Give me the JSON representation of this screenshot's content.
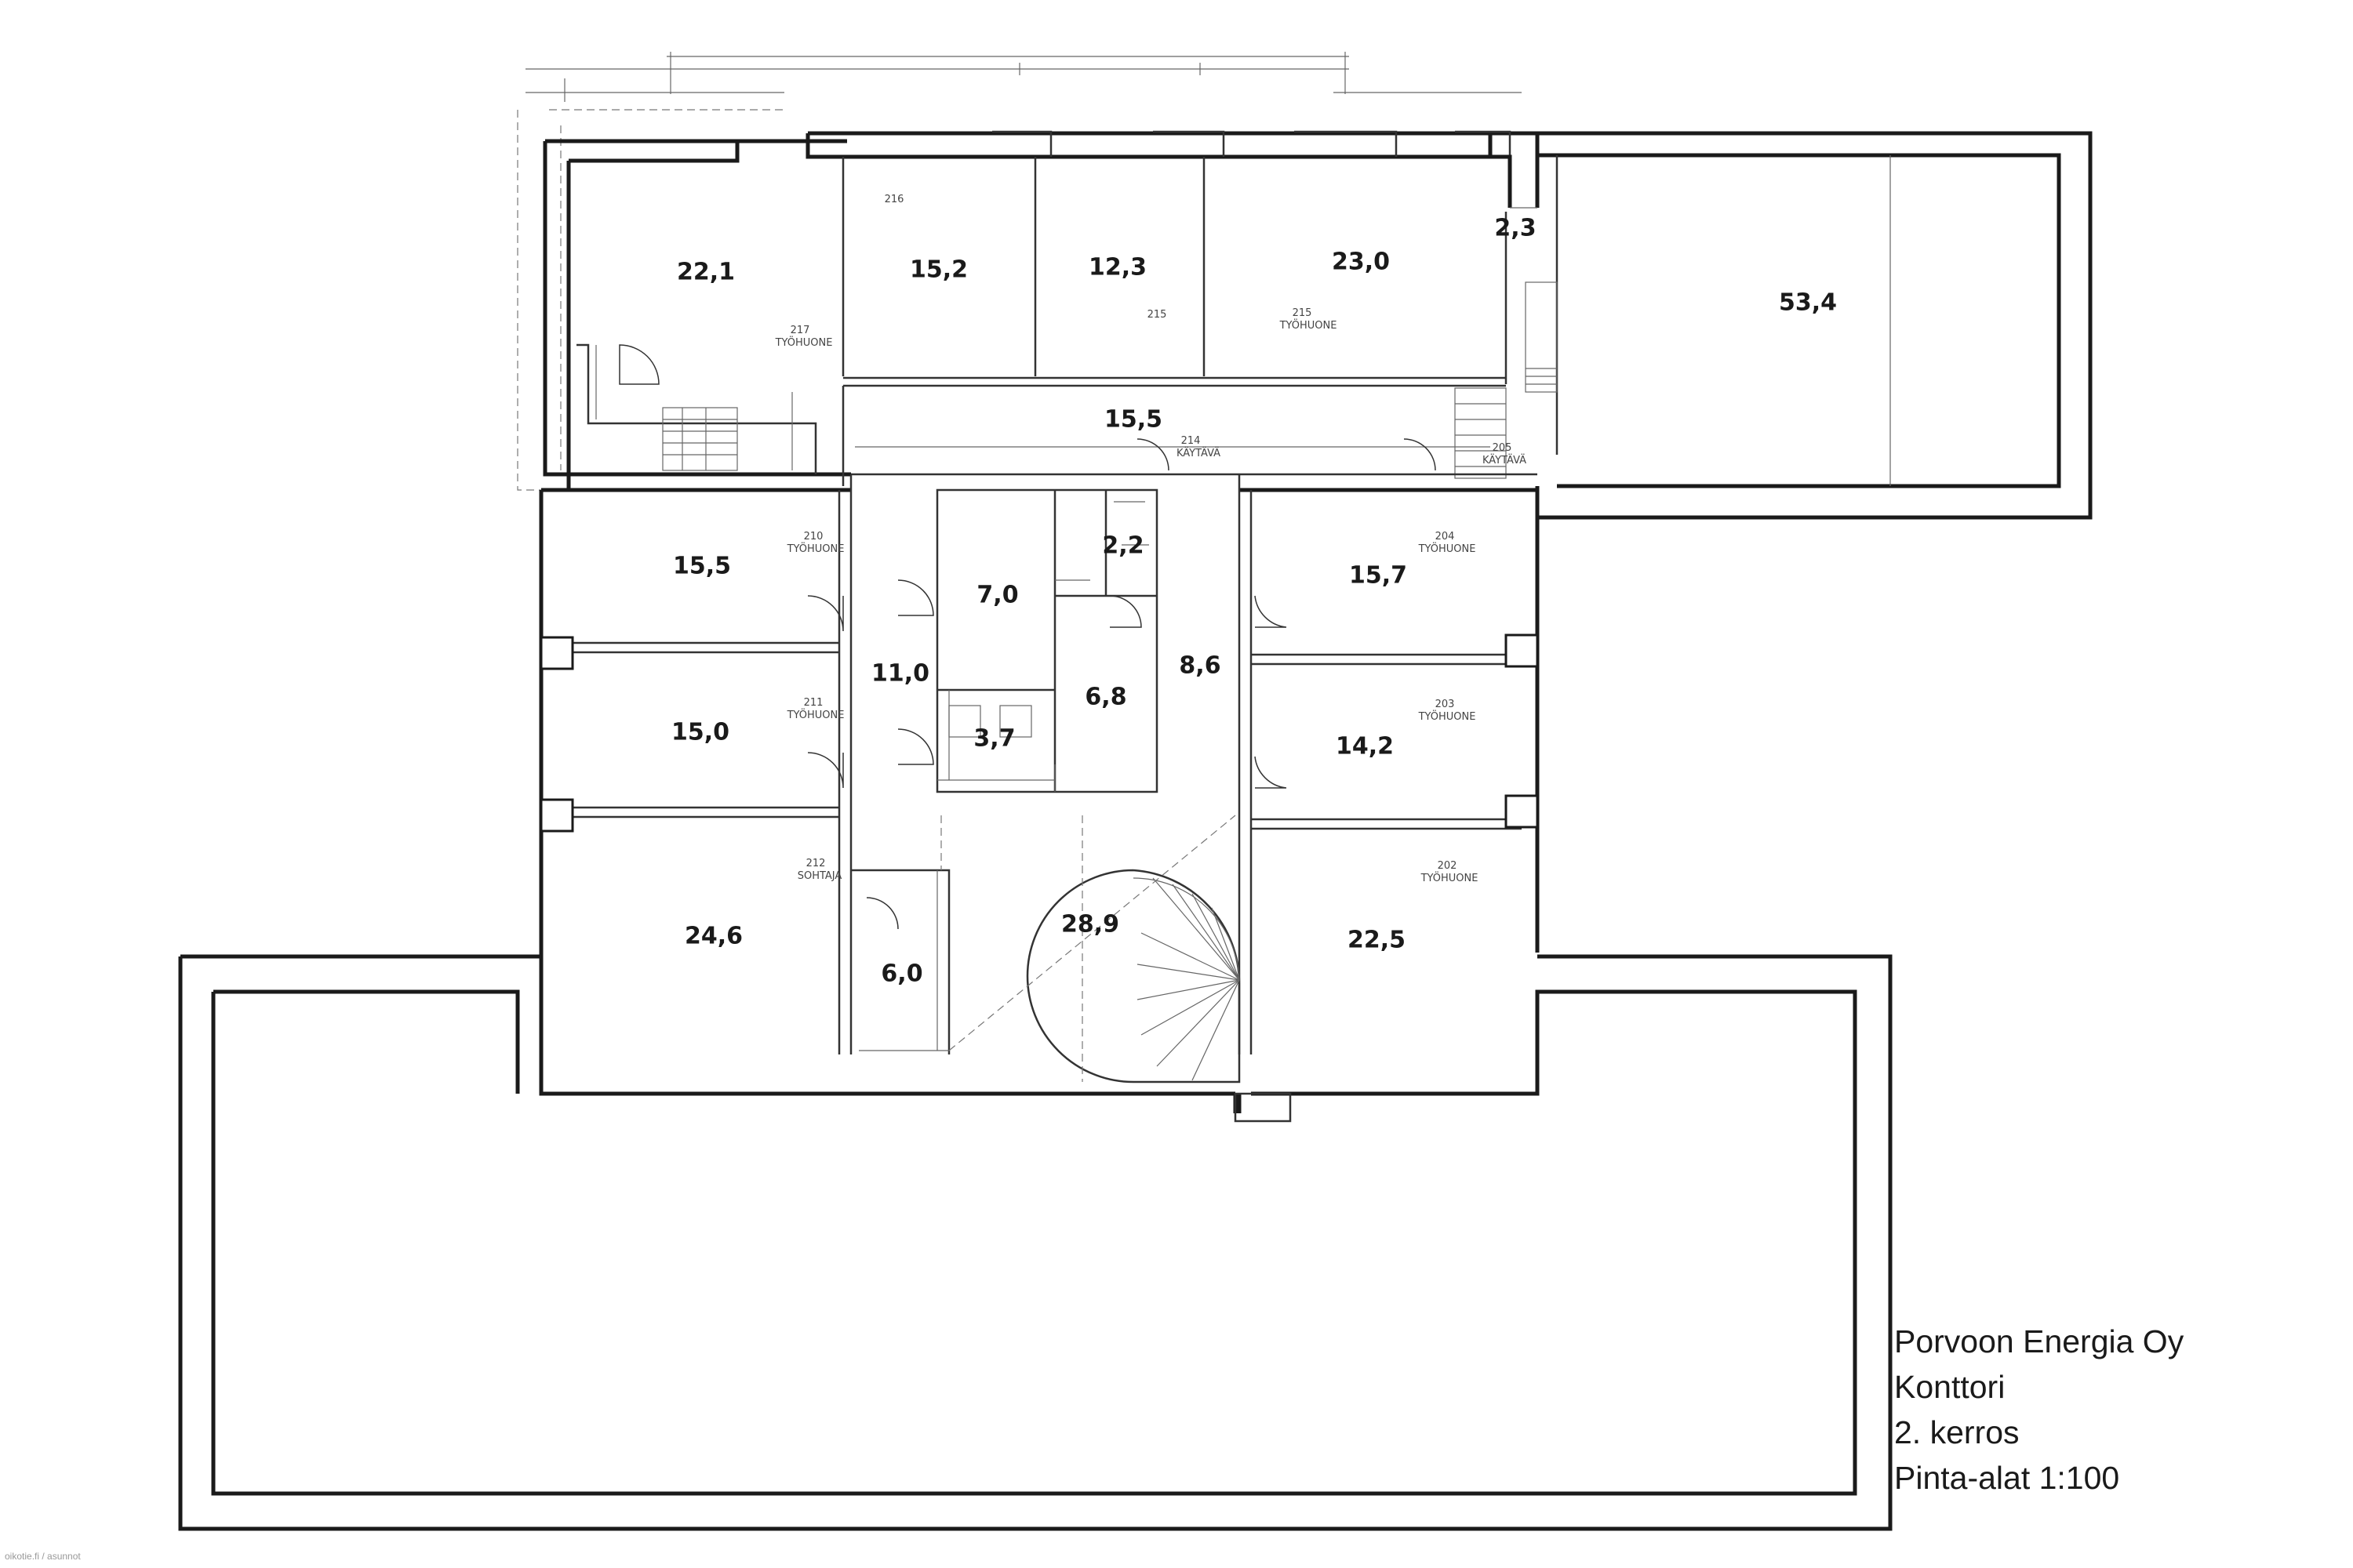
{
  "title": {
    "company": "Porvoon Energia Oy",
    "building": "Konttori",
    "floor": "2. kerros",
    "note": "Pinta-alat 1:100"
  },
  "watermark": "oikotie.fi / asunnot",
  "rooms": [
    {
      "id": "r22-1",
      "area": "22,1",
      "code": "217",
      "type": "TYÖHUONE"
    },
    {
      "id": "r15-2",
      "area": "15,2",
      "code": "216",
      "type": ""
    },
    {
      "id": "r12-3",
      "area": "12,3",
      "code": "215",
      "type": ""
    },
    {
      "id": "r23-0",
      "area": "23,0",
      "code": "215",
      "type": "TYÖHUONE"
    },
    {
      "id": "r2-3",
      "area": "2,3",
      "code": "",
      "type": ""
    },
    {
      "id": "r53-4",
      "area": "53,4",
      "code": "",
      "type": ""
    },
    {
      "id": "r15-5-corr",
      "area": "15,5",
      "code": "214",
      "type": "KÄYTÄVÄ"
    },
    {
      "id": "r15-5",
      "area": "15,5",
      "code": "210",
      "type": "TYÖHUONE"
    },
    {
      "id": "r7-0",
      "area": "7,0",
      "code": "",
      "type": ""
    },
    {
      "id": "r2-2",
      "area": "2,2",
      "code": "",
      "type": ""
    },
    {
      "id": "r15-7",
      "area": "15,7",
      "code": "204",
      "type": "TYÖHUONE"
    },
    {
      "id": "r11-0",
      "area": "11,0",
      "code": "",
      "type": ""
    },
    {
      "id": "r6-8",
      "area": "6,8",
      "code": "",
      "type": ""
    },
    {
      "id": "r8-6",
      "area": "8,6",
      "code": "",
      "type": ""
    },
    {
      "id": "r15-0",
      "area": "15,0",
      "code": "211",
      "type": "TYÖHUONE"
    },
    {
      "id": "r3-7",
      "area": "3,7",
      "code": "",
      "type": ""
    },
    {
      "id": "r14-2",
      "area": "14,2",
      "code": "203",
      "type": "TYÖHUONE"
    },
    {
      "id": "r24-6",
      "area": "24,6",
      "code": "212",
      "type": "SOHTAJA"
    },
    {
      "id": "r6-0",
      "area": "6,0",
      "code": "",
      "type": ""
    },
    {
      "id": "r28-9",
      "area": "28,9",
      "code": "",
      "type": ""
    },
    {
      "id": "r22-5",
      "area": "22,5",
      "code": "202",
      "type": "TYÖHUONE"
    }
  ],
  "extra_codes": {
    "c205": "205",
    "c205_type": "KÄYTÄVÄ"
  }
}
